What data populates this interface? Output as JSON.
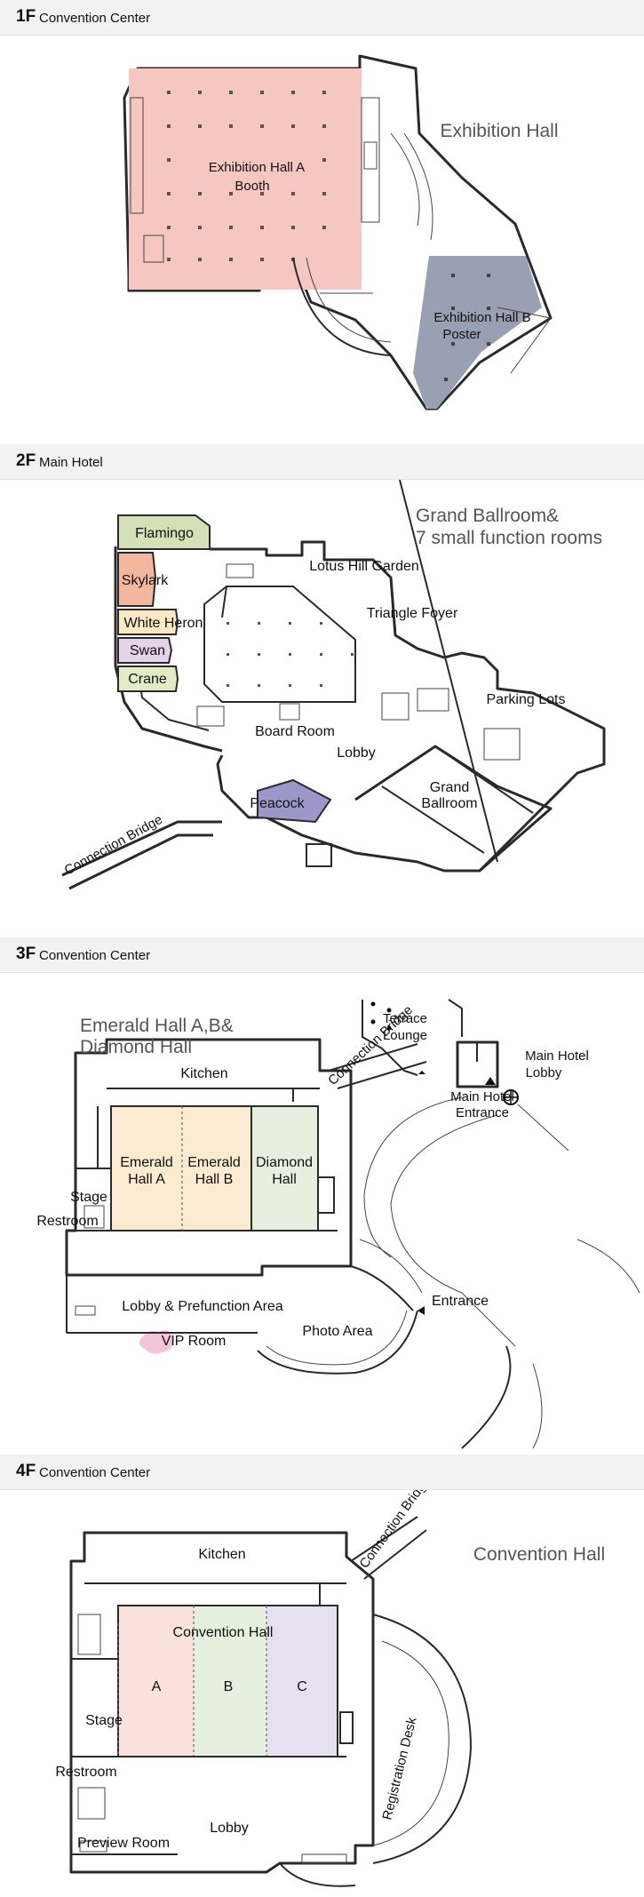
{
  "colors": {
    "header_bg": "#f2f2f2",
    "hall_a": "#f6c7c1",
    "hall_b": "#9aa0b4",
    "flamingo": "#d3e2b6",
    "skylark": "#f3b79f",
    "white_heron": "#fbe8c4",
    "swan": "#e4d3ea",
    "crane": "#e2ebc6",
    "peacock": "#9c97c8",
    "emerald": "#fcebd0",
    "diamond": "#e7f0de",
    "conv_a": "#fbe2dc",
    "conv_b": "#e6f0df",
    "conv_c": "#e5e1f1",
    "vip": "#f4c4d8"
  },
  "floors": [
    {
      "level": "1F",
      "building": "Convention Center",
      "title": "Exhibition Hall",
      "rooms": {
        "hall_a_line1": "Exhibition Hall A",
        "hall_a_line2": "Booth",
        "hall_b_line1": "Exhibition Hall B",
        "hall_b_line2": "Poster"
      }
    },
    {
      "level": "2F",
      "building": "Main Hotel",
      "title_line1": "Grand Ballroom&",
      "title_line2": "7 small function rooms",
      "rooms": {
        "flamingo": "Flamingo",
        "skylark": "Skylark",
        "white_heron": "White Heron",
        "swan": "Swan",
        "crane": "Crane",
        "lotus": "Lotus Hill Garden",
        "triangle": "Triangle Foyer",
        "parking": "Parking Lots",
        "board": "Board Room",
        "lobby": "Lobby",
        "bridge": "Connection Bridge",
        "peacock": "Peacock",
        "grand_1": "Grand",
        "grand_2": "Ballroom"
      }
    },
    {
      "level": "3F",
      "building": "Convention  Center",
      "title_line1": "Emerald Hall A,B&",
      "title_line2": "Diamond Hall",
      "rooms": {
        "terrace_1": "Terrace",
        "terrace_2": "Lounge",
        "kitchen": "Kitchen",
        "bridge": "Connection Bridge",
        "mh_lobby_1": "Main Hotel",
        "mh_lobby_2": "Lobby",
        "mh_entr_1": "Main Hotel",
        "mh_entr_2": "Entrance",
        "stage": "Stage",
        "restroom": "Restroom",
        "em_a_1": "Emerald",
        "em_a_2": "Hall A",
        "em_b_1": "Emerald",
        "em_b_2": "Hall B",
        "dia_1": "Diamond",
        "dia_2": "Hall",
        "lobby": "Lobby & Prefunction Area",
        "entrance": "Entrance",
        "vip": "VIP Room",
        "photo": "Photo Area"
      }
    },
    {
      "level": "4F",
      "building": "Convention  Center",
      "title": "Convention Hall",
      "rooms": {
        "kitchen": "Kitchen",
        "bridge": "Connection Bridge",
        "conv": "Convention Hall",
        "stage": "Stage",
        "a": "A",
        "b": "B",
        "c": "C",
        "restroom": "Restroom",
        "reg": "Registration Desk",
        "lobby": "Lobby",
        "preview": "Preview Room"
      }
    }
  ]
}
